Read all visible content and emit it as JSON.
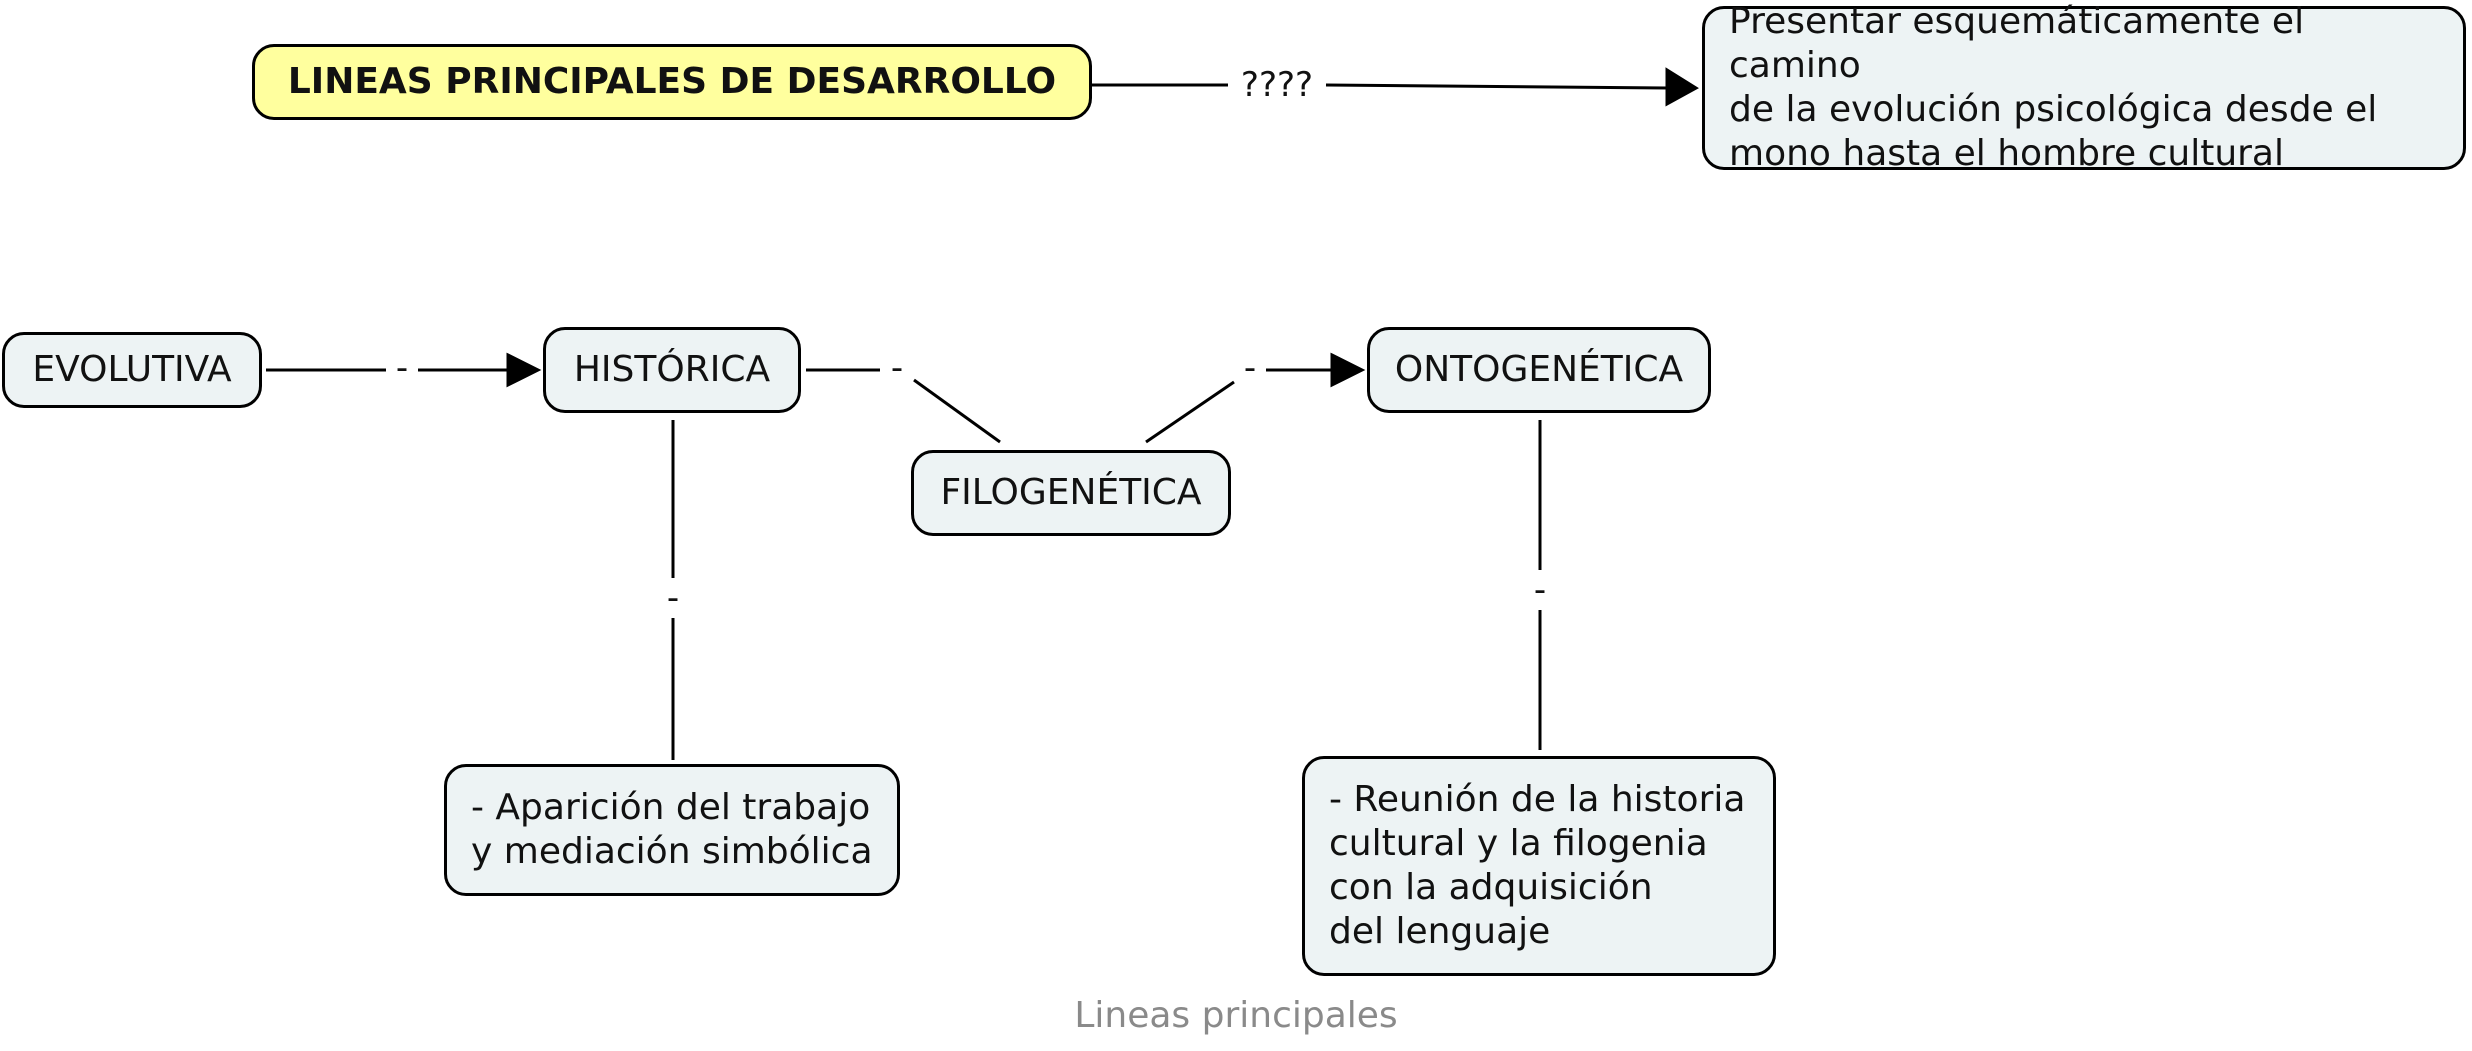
{
  "diagram": {
    "nodes": {
      "main": "LINEAS PRINCIPALES DE DESARROLLO",
      "purpose": "Presentar esquemáticamente el camino\nde la evolución psicológica desde el\nmono hasta el hombre cultural",
      "evolutiva": "EVOLUTIVA",
      "historica": "HISTÓRICA",
      "filogenetica": "FILOGENÉTICA",
      "ontogenetica": "ONTOGENÉTICA",
      "historica_detail": "- Aparición del trabajo\ny mediación simbólica",
      "ontogenetica_detail": "- Reunión de la historia\ncultural y la filogenia\ncon la adquisición\ndel lenguaje"
    },
    "links": {
      "main_to_purpose": "????",
      "evolutiva_to_historica": "-",
      "historica_to_filogenetica": "-",
      "filogenetica_to_ontogenetica": "-",
      "historica_to_detail": "-",
      "ontogenetica_to_detail": "-"
    },
    "footer": "Lineas principales"
  },
  "colors": {
    "main_node_fill": "#ffff9e",
    "node_fill": "#edf3f4",
    "border": "#000000",
    "footer_text": "#8a8a8a"
  }
}
